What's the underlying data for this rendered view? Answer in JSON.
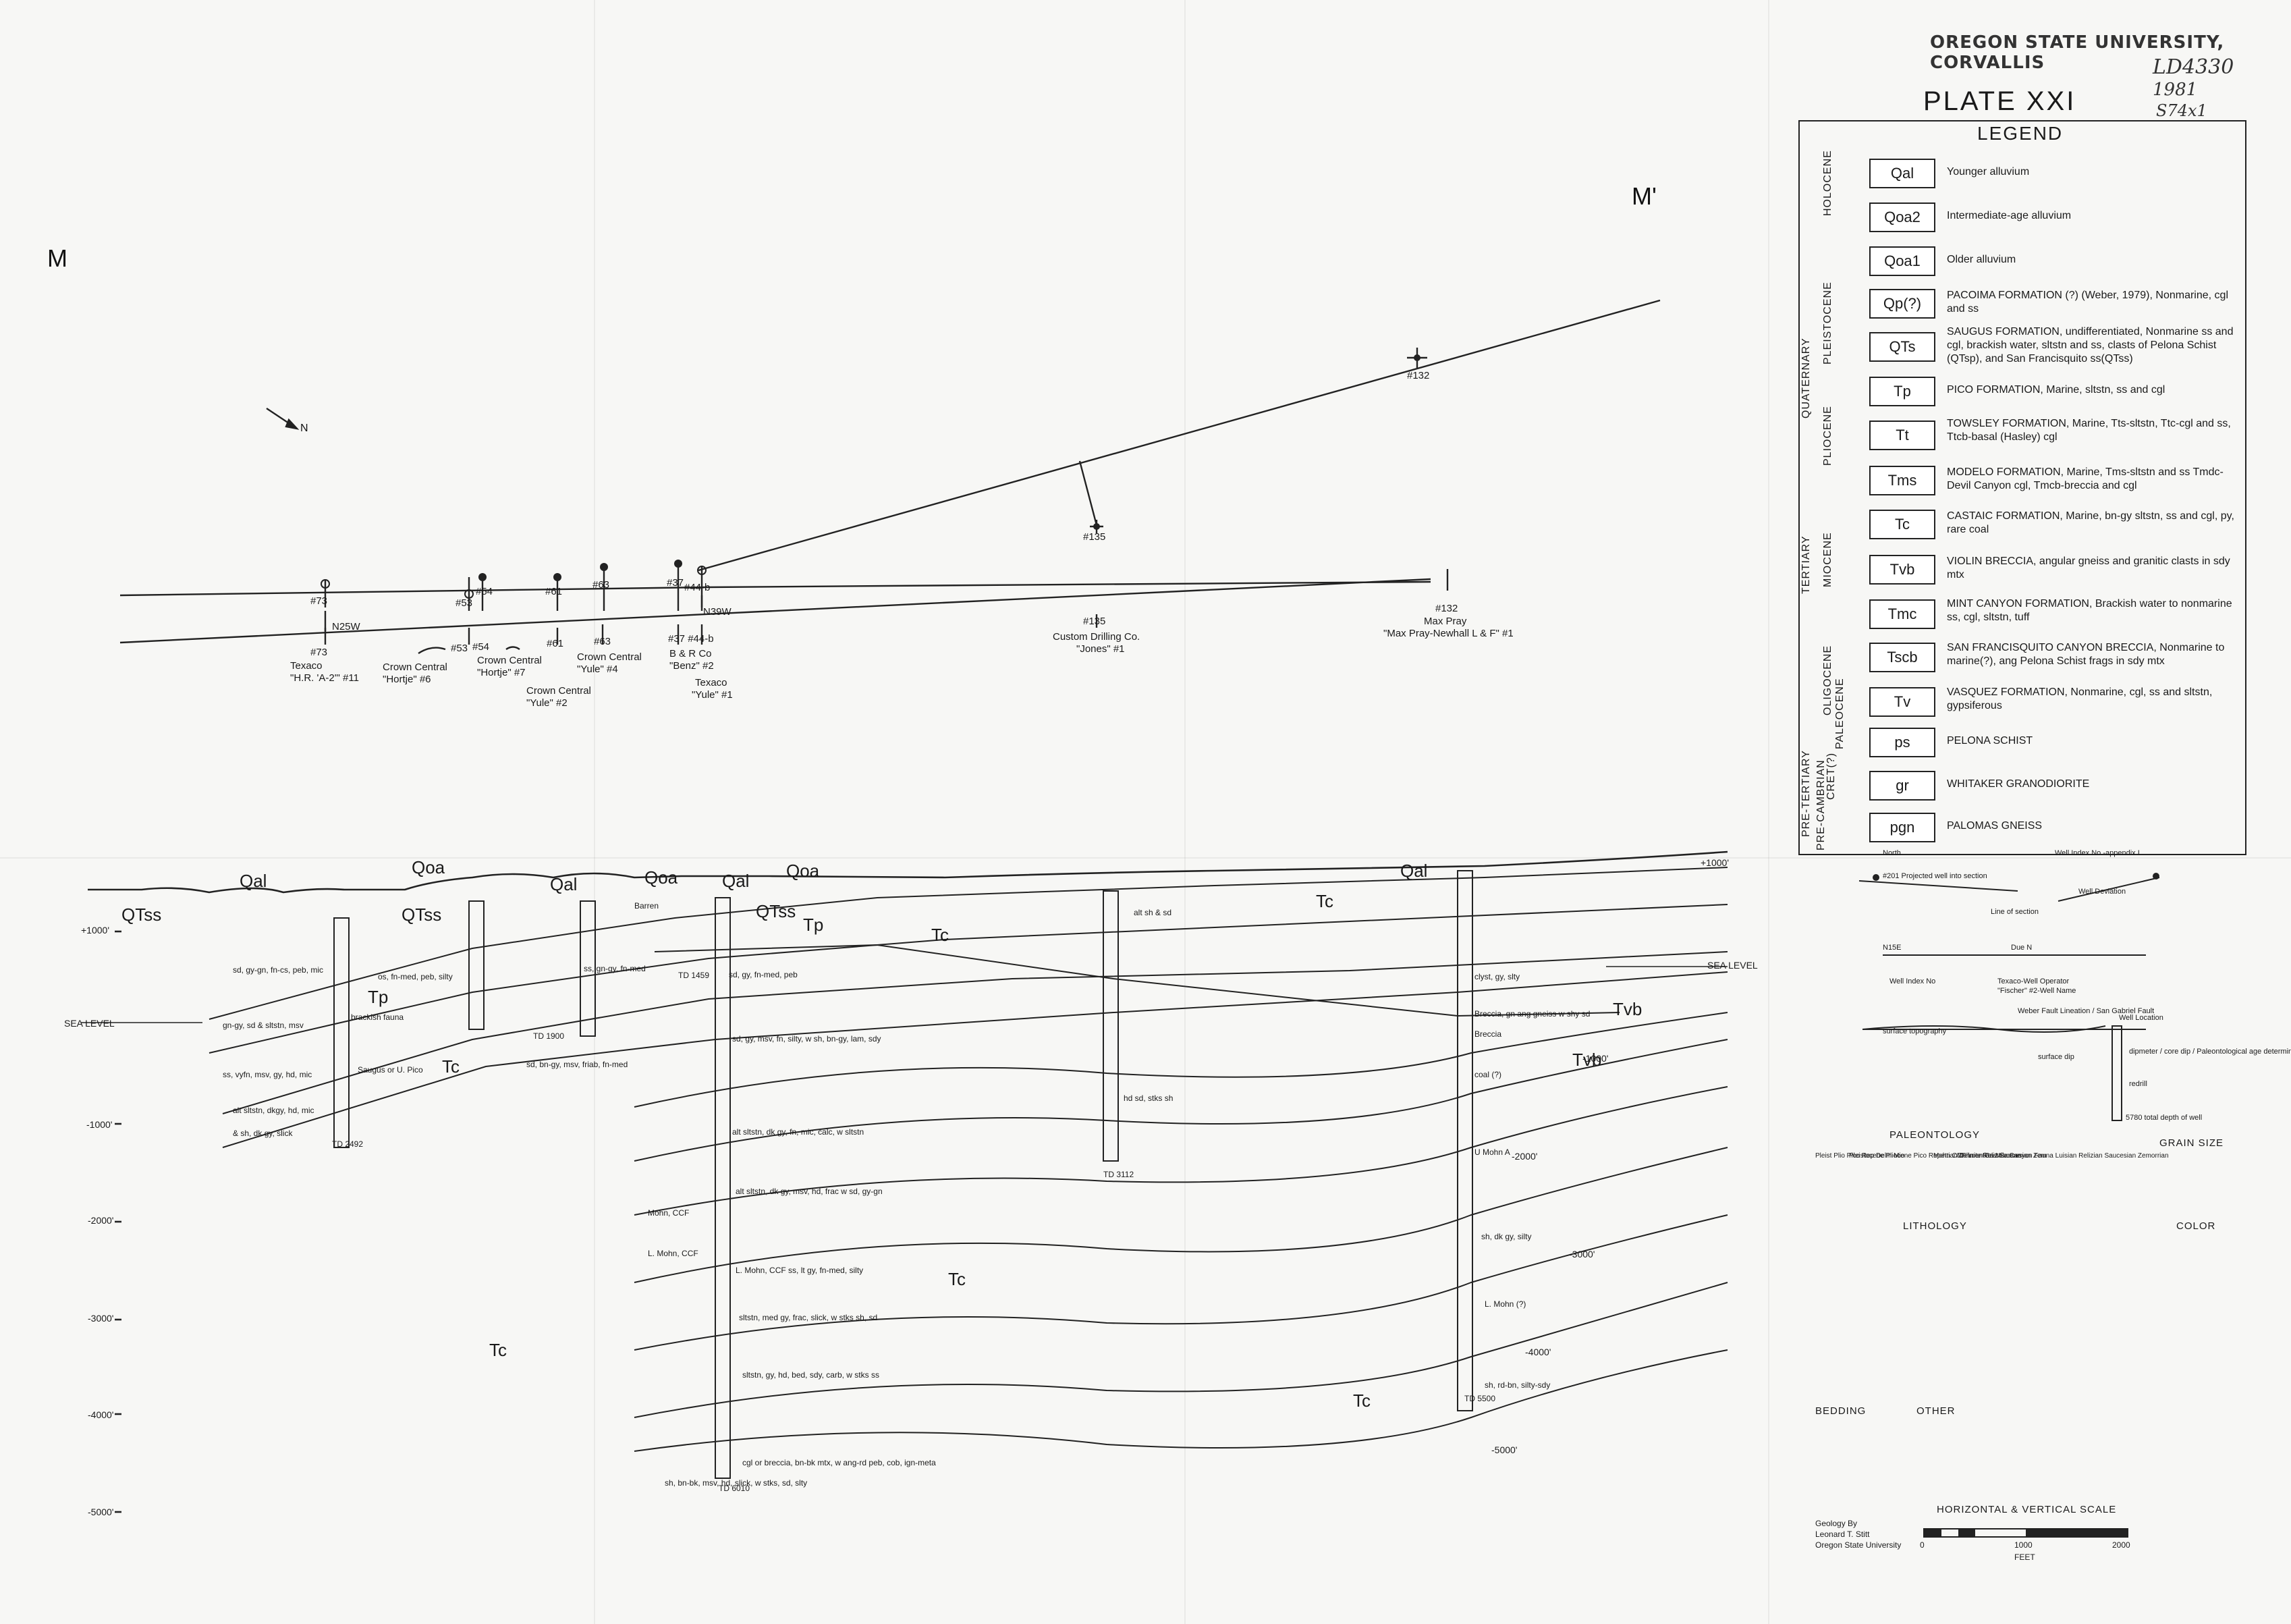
{
  "stamp": "OREGON STATE UNIVERSITY, CORVALLIS",
  "handwritten": {
    "call_number": "LD4330",
    "year": "1981",
    "suffix": "S74x1"
  },
  "section": {
    "start_label": "M",
    "end_label": "M'",
    "sea_level": "SEA LEVEL",
    "depths_left": [
      "+1000'",
      "-1000'",
      "-2000'",
      "-3000'",
      "-4000'",
      "-5000'"
    ],
    "depths_right": [
      "+1000'",
      "-1000'",
      "-2000'",
      "-3000'",
      "-4000'",
      "-5000'"
    ],
    "units": {
      "qtss_left": "QTss",
      "qal_1": "Qal",
      "qoa_1": "Qoa",
      "qtss_mid": "QTss",
      "qal_2": "Qal",
      "qoa_2": "Qoa",
      "qal_3": "Qal",
      "qtss_right": "QTss",
      "qoa_3": "Qoa",
      "tp": "Tp",
      "tc_1": "Tc",
      "tc_2": "Tc",
      "qal_4": "Qal",
      "tp_low": "Tp",
      "tc_3": "Tc",
      "tvb_1": "Tvb",
      "tvb_2": "Tvb",
      "tc_4": "Tc",
      "tc_5": "Tc",
      "tc_6": "Tc"
    },
    "td": [
      "TD 2492",
      "TD 1900",
      "TD 1459",
      "TD 3112",
      "TD 5500",
      "TD 6010"
    ],
    "notes": [
      "sd, gy-gn, fn-cs, peb, mic",
      "gn-gy, sd & sltstn, msv",
      "ss, vyfn, msv, gy, hd, mic",
      "alt sltstn, dkgy, hd, mic",
      "& sh, dk gy, slick",
      "brackish fauna",
      "Saugus or U. Pico",
      "os, fn-med, peb, silty",
      "ss, gn-gy, fn-med",
      "Barren",
      "sd, bn-gy, msv, friab, fn-med",
      "sd, gy, fn-med, peb",
      "sd, gy, msv, fn, silty, w sh, bn-gy, lam, sdy",
      "alt sltstn, dk gy, fn, mic, calc, w sltstn",
      "alt sltstn, dk gy, msv, hd, frac w sd, gy-gn",
      "L. Mohn, CCF ss, lt gy, fn-med, silty",
      "sltstn, med gy, frac, slick, w stks sh, sd",
      "sltstn, gy, hd, bed, sdy, carb, w stks ss",
      "cgl or breccia, bn-bk mtx, w ang-rd peb, cob, ign-meta",
      "alt sh & sd",
      "hd sd, stks sh",
      "clyst, gy, slty",
      "Breccia, gn ang gneiss w shy sd",
      "Breccia",
      "coal (?)",
      "U Mohn A",
      "sh, dk gy, silty",
      "L. Mohn (?)",
      "sh, rd-bn, silty-sdy",
      "Mohn, CCF",
      "L. Mohn, CCF",
      "sh, bn-bk, msv, hd, slick, w stks, sd, slty"
    ]
  },
  "map": {
    "north_label": "N",
    "n25w": "N25W",
    "n39w": "N39W",
    "wells": [
      {
        "num_top": "#73",
        "num_bottom": "#73"
      },
      {
        "num_top": "#53",
        "num_bottom": "#53"
      },
      {
        "num_top": "#54",
        "num_bottom": "#54"
      },
      {
        "num_top": "#61",
        "num_bottom": "#61"
      },
      {
        "num_top": "#63",
        "num_bottom": "#63"
      },
      {
        "num_top": "#37",
        "num_bottom": "#37 #44-b"
      },
      {
        "num_top": "#44-b",
        "num_bottom": ""
      },
      {
        "num_top": "#135",
        "num_bottom": "#135"
      },
      {
        "num_top": "#132",
        "num_bottom": "#132"
      }
    ],
    "ops": {
      "texaco_hr": "Texaco",
      "texaco_hr_name": "\"H.R. 'A-2'\" #11",
      "crown1": "Crown Central",
      "crown1_name": "\"Hortje\" #6",
      "crown2": "Crown Central",
      "crown2_name": "\"Hortje\" #7",
      "crown3": "Crown Central",
      "crown3_name": "\"Yule\" #2",
      "crown4": "Crown Central",
      "crown4_name": "\"Yule\" #4",
      "br": "B & R Co",
      "br_name": "\"Benz\" #2",
      "texaco_yule": "Texaco",
      "texaco_yule_name": "\"Yule\" #1",
      "custom": "Custom Drilling Co.",
      "custom_name": "\"Jones\" #1",
      "maxpray": "Max Pray",
      "maxpray_name": "\"Max Pray-Newhall L & F\" #1"
    }
  },
  "legend": {
    "plate": "PLATE XXI",
    "title": "LEGEND",
    "ages": {
      "quaternary": "QUATERNARY",
      "holocene": "HOLOCENE",
      "pleistocene": "PLEISTOCENE",
      "pliocene": "PLIOCENE",
      "tertiary": "TERTIARY",
      "miocene": "MIOCENE",
      "oligocene": "OLIGOCENE",
      "paleocene": "PALEOCENE",
      "pretertiary": "PRE-TERTIARY",
      "precambrian": "PRE-CAMBRIAN",
      "cretaceous": "CRET(?)"
    },
    "units": [
      {
        "code": "Qal",
        "desc": "Younger alluvium"
      },
      {
        "code": "Qoa2",
        "desc": "Intermediate-age alluvium"
      },
      {
        "code": "Qoa1",
        "desc": "Older alluvium"
      },
      {
        "code": "Qp(?)",
        "desc": "PACOIMA FORMATION (?) (Weber, 1979), Nonmarine, cgl and ss"
      },
      {
        "code": "QTs",
        "desc": "SAUGUS FORMATION, undifferentiated, Nonmarine ss and cgl, brackish water, sltstn and ss, clasts of Pelona Schist (QTsp), and San Francisquito ss(QTss)"
      },
      {
        "code": "Tp",
        "desc": "PICO FORMATION, Marine, sltstn, ss and cgl"
      },
      {
        "code": "Tt",
        "desc": "TOWSLEY FORMATION, Marine, Tts-sltstn, Ttc-cgl and ss, Ttcb-basal (Hasley) cgl"
      },
      {
        "code": "Tms",
        "desc": "MODELO FORMATION, Marine, Tms-sltstn and ss Tmdc-Devil Canyon cgl, Tmcb-breccia and cgl"
      },
      {
        "code": "Tc",
        "desc": "CASTAIC FORMATION, Marine, bn-gy sltstn, ss and cgl, py, rare coal"
      },
      {
        "code": "Tvb",
        "desc": "VIOLIN BRECCIA, angular gneiss and granitic clasts in sdy mtx"
      },
      {
        "code": "Tmc",
        "desc": "MINT CANYON FORMATION, Brackish water to nonmarine ss, cgl, sltstn, tuff"
      },
      {
        "code": "Tscb",
        "desc": "SAN FRANCISQUITO CANYON BRECCIA, Nonmarine to marine(?), ang Pelona Schist frags in sdy mtx"
      },
      {
        "code": "Tv",
        "desc": "VASQUEZ FORMATION, Nonmarine, cgl, ss and sltstn, gypsiferous"
      },
      {
        "code": "ps",
        "desc": "PELONA SCHIST"
      },
      {
        "code": "gr",
        "desc": "WHITAKER GRANODIORITE"
      },
      {
        "code": "pgn",
        "desc": "PALOMAS GNEISS"
      }
    ],
    "explain": {
      "north": "North",
      "well_index": "Well Index No.-appendix I",
      "projected": "#201 Projected well into section",
      "line_of_section": "Line of section",
      "well_deviation": "Well Deviation",
      "n15e": "N15E",
      "due_n": "Due N",
      "well_index_no": "Well Index No",
      "texaco": "Texaco-Well Operator",
      "fischer": "\"Fischer\" #2-Well Name",
      "surface_topo": "surface topography",
      "weber": "Weber Fault Lineation / San Gabriel Fault",
      "well_location": "Well Location",
      "surface_dip": "surface dip",
      "dipmeter": "dipmeter / core dip / Paleontological age determination",
      "redrill": "redrill",
      "total_depth": "5780 total depth of well"
    }
  },
  "abbrev": {
    "paleontology_head": "PALEONTOLOGY",
    "grain_head": "GRAIN SIZE",
    "lithology_head": "LITHOLOGY",
    "color_head": "COLOR",
    "bedding_head": "BEDDING",
    "other_head": "OTHER",
    "paleo_a": "Pleist Plio Pico Rep Delm Mio",
    "paleo_a_full": "Pleistocene Pliocene Pico Repettian Delmontian Miocene",
    "paleo_b": "Mohn CCF Lute Reliz Saucesian Zem",
    "paleo_b_full": "Mohnian Castaic Canyon Fauna Luisian Relizian Saucesian Zemorrian"
  },
  "scale": {
    "title": "HORIZONTAL & VERTICAL SCALE",
    "ticks": [
      "0",
      "1000",
      "2000"
    ],
    "unit": "FEET"
  },
  "credit": [
    "Geology By",
    "Leonard T. Stitt",
    "Oregon State University"
  ]
}
